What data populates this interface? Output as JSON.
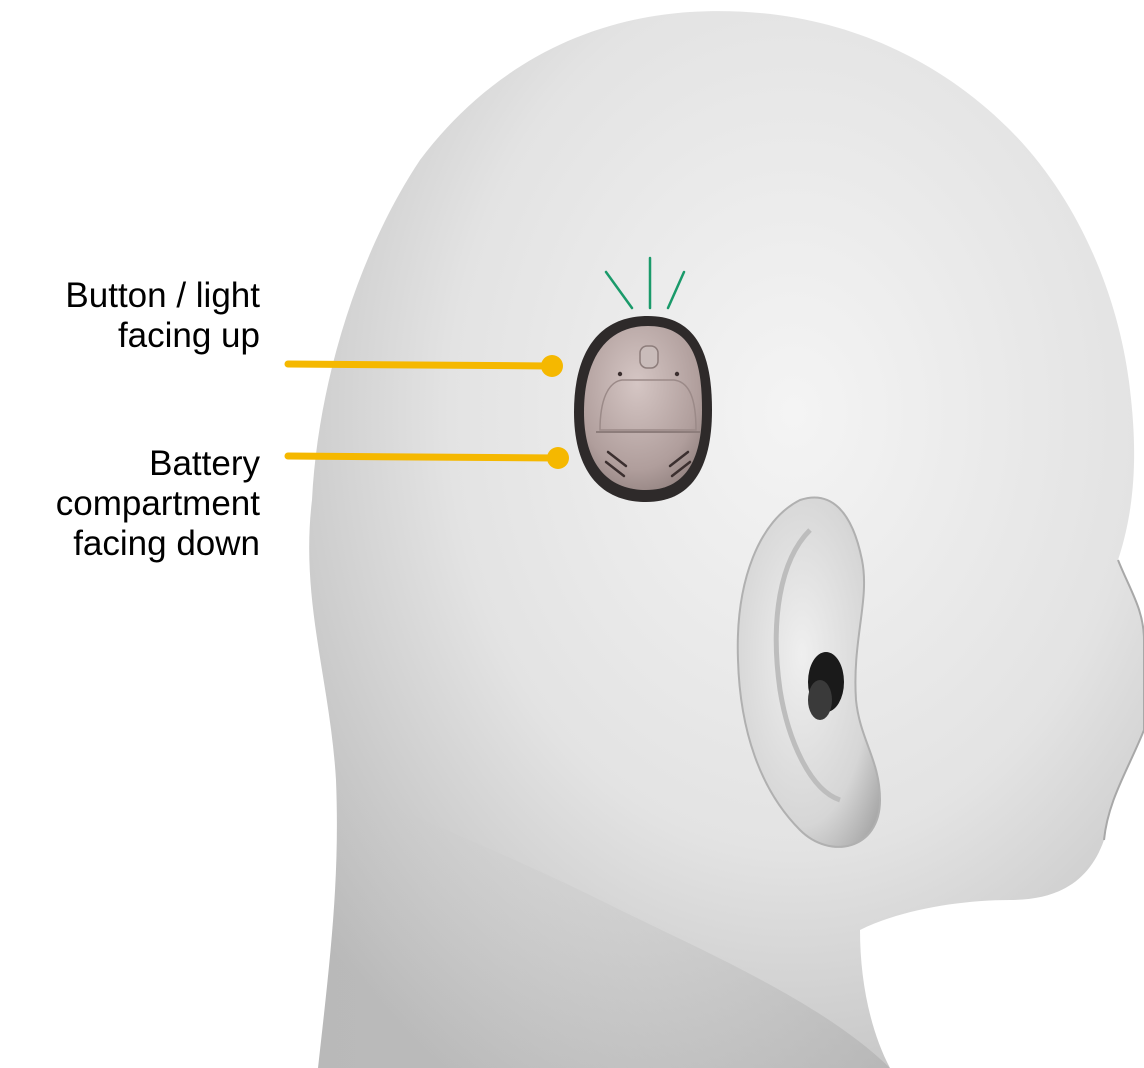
{
  "callouts": {
    "button_light": {
      "lines": [
        "Button / light",
        "facing up"
      ]
    },
    "battery_compartment": {
      "lines": [
        "Battery",
        "compartment",
        "facing down"
      ]
    }
  },
  "colors": {
    "leader_line": "#f5b800",
    "light_indicator": "#1a9a6a",
    "head_skin": "#e6e6e6",
    "processor_body": "#b8a7a5",
    "processor_rim": "#2e2a2a"
  },
  "icons": {
    "head": "head-silhouette",
    "processor": "sound-processor-device",
    "light_rays": "indicator-light-rays"
  }
}
